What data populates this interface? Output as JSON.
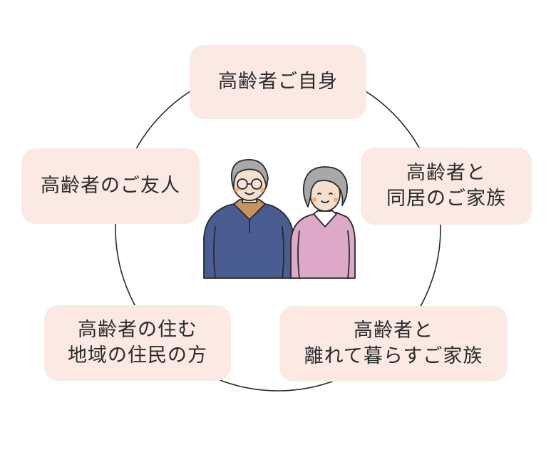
{
  "colors": {
    "box_fill": "#fbe9e4",
    "ring_stroke": "#2a2a2a",
    "text": "#2b2b2b"
  },
  "center": {
    "illustration": "elderly-couple",
    "man_sweater": "#4a5d93",
    "woman_cardigan": "#dda9c9"
  },
  "nodes": {
    "self": {
      "lines": [
        "高齢者ご自身"
      ]
    },
    "friends": {
      "lines": [
        "高齢者のご友人"
      ]
    },
    "family_same": {
      "lines": [
        "高齢者と",
        "同居のご家族"
      ]
    },
    "neighbors": {
      "lines": [
        "高齢者の住む",
        "地域の住民の方"
      ]
    },
    "family_apart": {
      "lines": [
        "高齢者と",
        "離れて暮らすご家族"
      ]
    }
  }
}
